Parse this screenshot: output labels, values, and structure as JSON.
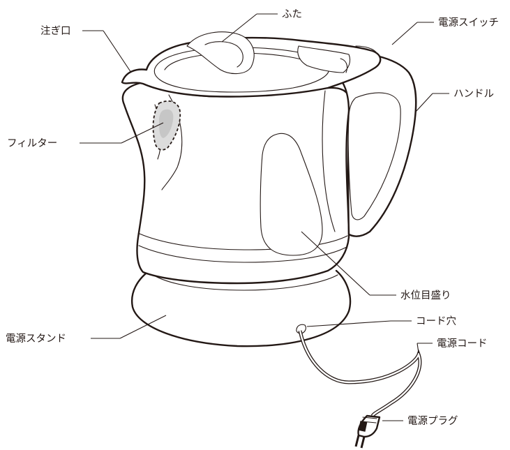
{
  "labels": {
    "spout": "注ぎ口",
    "lid": "ふた",
    "power_switch": "電源スイッチ",
    "handle": "ハンドル",
    "filter": "フィルター",
    "water_gauge": "水位目盛り",
    "cord_hole": "コード穴",
    "power_cord": "電源コード",
    "power_stand": "電源スタンド",
    "power_plug": "電源プラグ"
  },
  "colors": {
    "line": "#231815",
    "filter_fill": "#dcdcdc",
    "background": "#ffffff"
  }
}
